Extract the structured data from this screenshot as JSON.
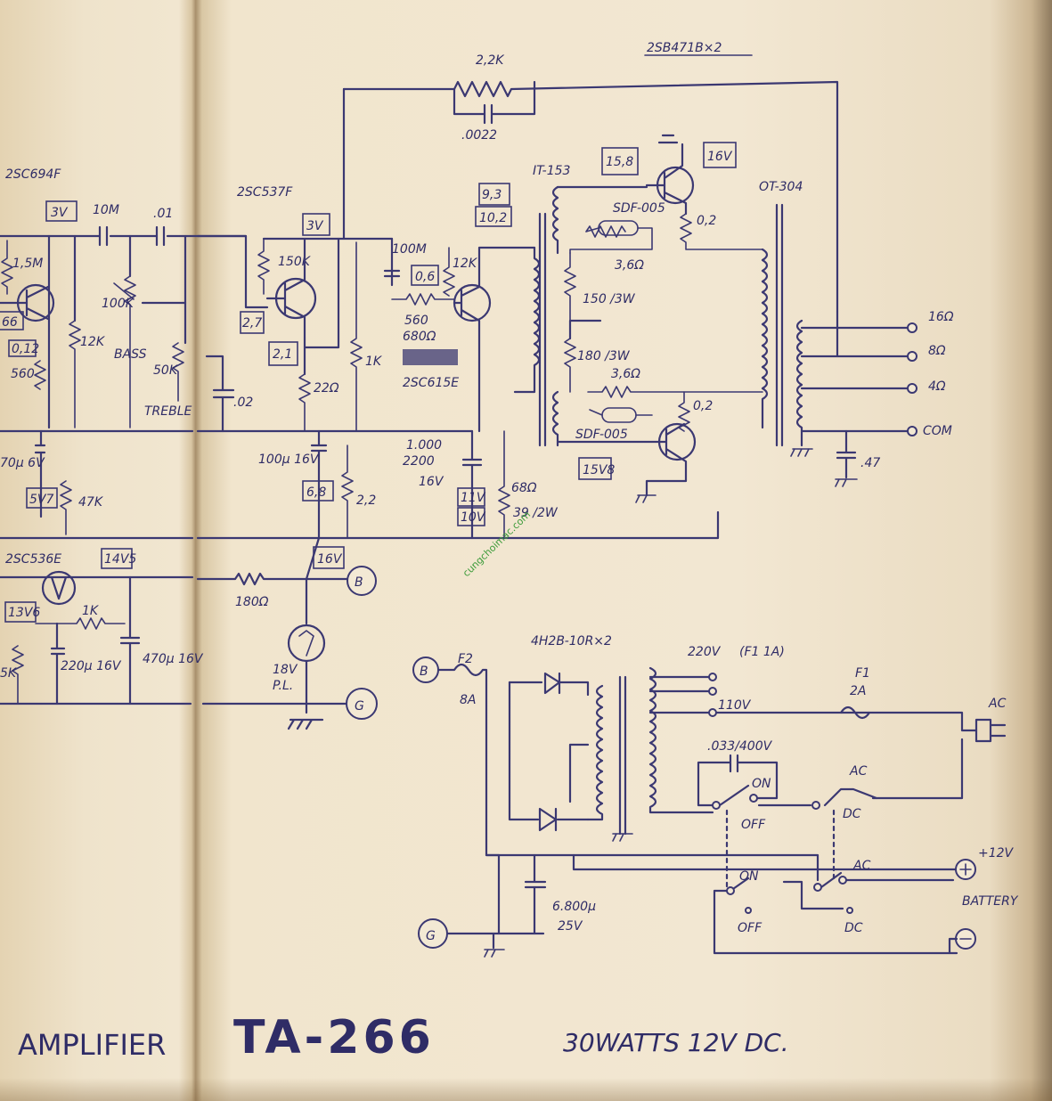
{
  "footer": {
    "left_title": "AMPLIFIER",
    "model": "TA-266",
    "spec": "30WATTS 12V DC."
  },
  "watermark": "cungchoimac.com",
  "left_stage": {
    "t1": "2SC694F",
    "t1_v": "3V",
    "t1_e": "66",
    "r1": "1,5M",
    "r2": "12K",
    "v_e": "0,12",
    "r3": "560",
    "c1": "10M",
    "c2": ".01",
    "pot_bass": "100K",
    "bass": "BASS",
    "pot_treble": "50K",
    "treble": "TREBLE",
    "c3": "70μ 6V",
    "v_57": "5V7",
    "r4": "47K",
    "t2": "2SC536E",
    "t2_v": "14V5",
    "v_136": "13V6",
    "r5": "1K",
    "r6": "5K",
    "c4": "220μ 16V",
    "c5": "470μ 16V"
  },
  "mid_stage": {
    "t3": "2SC537F",
    "t3_v": "3V",
    "v_27": "2,7",
    "r7": "150K",
    "c6": ".02",
    "v_21": "2,1",
    "r8": "22Ω",
    "r9": "1K",
    "c7": "100μ 16V",
    "v_68": "6,8",
    "r10": "2,2",
    "t4_v1": "9,3",
    "t4_v2": "10,2",
    "c8": "100M",
    "v_06": "0,6",
    "r11": "12K",
    "r12": "560",
    "r13": "680Ω",
    "t4": "2SC615E",
    "c9": "1.000",
    "c9b": "2200",
    "c9v": "16V",
    "v_11": "11V",
    "v_10": "10V",
    "r14": "68Ω",
    "r15": "39 /2W",
    "r16": "180Ω",
    "v_16": "16V",
    "lamp_v": "18V",
    "lamp": "P.L."
  },
  "feedback": {
    "r": "2,2K",
    "c": ".0022"
  },
  "output_stage": {
    "t_pair": "2SB471B×2",
    "it": "IT-153",
    "v_158": "15,8",
    "v_16": "16V",
    "sdf1": "SDF-005",
    "r_02a": "0,2",
    "r_36a": "3,6Ω",
    "r_150": "150 /3W",
    "r_180": "180 /3W",
    "r_36b": "3,6Ω",
    "r_02b": "0,2",
    "sdf2": "SDF-005",
    "v_158b": "15V8",
    "ot": "OT-304",
    "tap16": "16Ω",
    "tap8": "8Ω",
    "tap4": "4Ω",
    "com": "COM",
    "c_out": ".47"
  },
  "power": {
    "diodes": "4H2B-10R×2",
    "b": "B",
    "g": "G",
    "fuse2": "F2",
    "fuse2_a": "8A",
    "v220": "220V",
    "f1": "(F1 1A)",
    "v110": "110V",
    "fuse1": "F1",
    "fuse1_a": "2A",
    "ac": "AC",
    "cap_sw": ".033/400V",
    "on": "ON",
    "off": "OFF",
    "ac_sw": "AC",
    "dc_sw": "DC",
    "c_filter": "6.800μ",
    "c_filter_v": "25V",
    "ac2": "AC",
    "on2": "ON",
    "off2": "OFF",
    "dc2": "DC",
    "plus12": "+12V",
    "battery": "BATTERY"
  },
  "colors": {
    "ink": "#3b3872",
    "paper": "#f1e6d0",
    "watermark": "#3d9b3a"
  }
}
